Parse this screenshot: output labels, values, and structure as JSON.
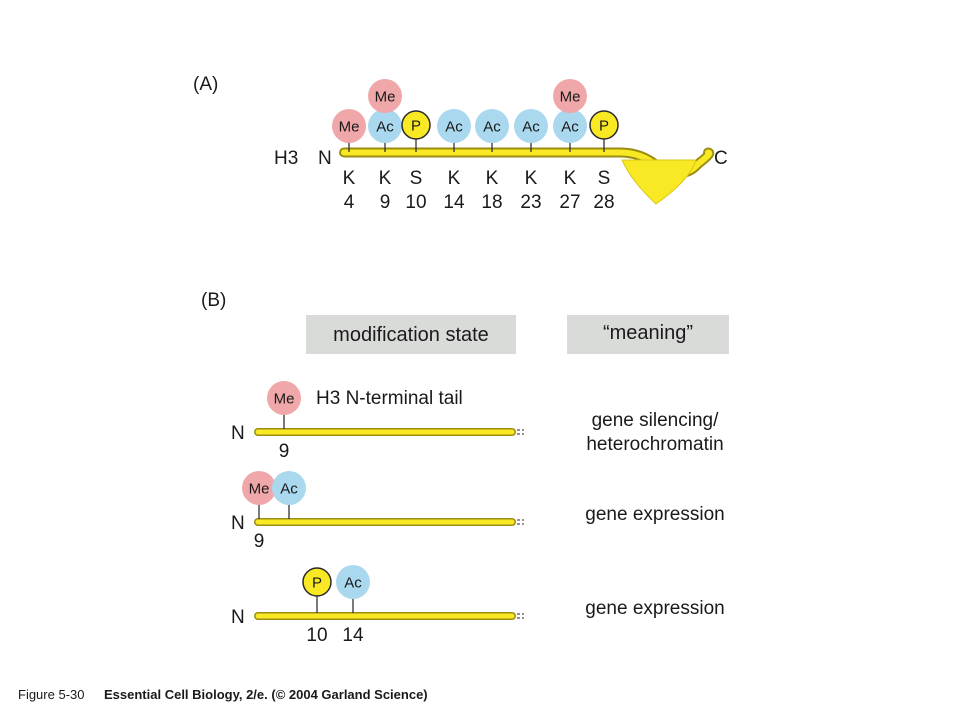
{
  "colors": {
    "me": "#f0a7a9",
    "ac": "#aad8ee",
    "p": "#f9e824",
    "tail_fill": "#f9e824",
    "tail_stroke": "#9b8d12",
    "header_bg": "#d9dbd9"
  },
  "panel_a": {
    "label": "(A)",
    "protein": "H3",
    "n_term": "N",
    "c_term": "C",
    "residues": [
      {
        "aa": "K",
        "pos": "4",
        "mods": [
          "Me"
        ]
      },
      {
        "aa": "K",
        "pos": "9",
        "mods": [
          "Ac",
          "Me"
        ]
      },
      {
        "aa": "S",
        "pos": "10",
        "mods": [
          "P"
        ]
      },
      {
        "aa": "K",
        "pos": "14",
        "mods": [
          "Ac"
        ]
      },
      {
        "aa": "K",
        "pos": "18",
        "mods": [
          "Ac"
        ]
      },
      {
        "aa": "K",
        "pos": "23",
        "mods": [
          "Ac"
        ]
      },
      {
        "aa": "K",
        "pos": "27",
        "mods": [
          "Ac",
          "Me"
        ]
      },
      {
        "aa": "S",
        "pos": "28",
        "mods": [
          "P"
        ]
      }
    ]
  },
  "panel_b": {
    "label": "(B)",
    "col_state": "modification state",
    "col_meaning": "“meaning”",
    "tail_label": "H3 N-terminal tail",
    "rows": [
      {
        "n": "N",
        "marks": [
          {
            "mod": "Me",
            "pos": "9"
          }
        ],
        "meaning": [
          "gene silencing/",
          "heterochromatin"
        ]
      },
      {
        "n": "N",
        "marks": [
          {
            "mod": "Me",
            "pos": "9"
          },
          {
            "mod": "Ac",
            "pos": ""
          }
        ],
        "meaning": [
          "gene expression"
        ]
      },
      {
        "n": "N",
        "marks": [
          {
            "mod": "P",
            "pos": "10"
          },
          {
            "mod": "Ac",
            "pos": "14"
          }
        ],
        "meaning": [
          "gene expression"
        ]
      }
    ]
  },
  "caption": {
    "figure": "Figure 5-30",
    "source": "Essential Cell Biology, 2/e. (© 2004 Garland Science)"
  }
}
